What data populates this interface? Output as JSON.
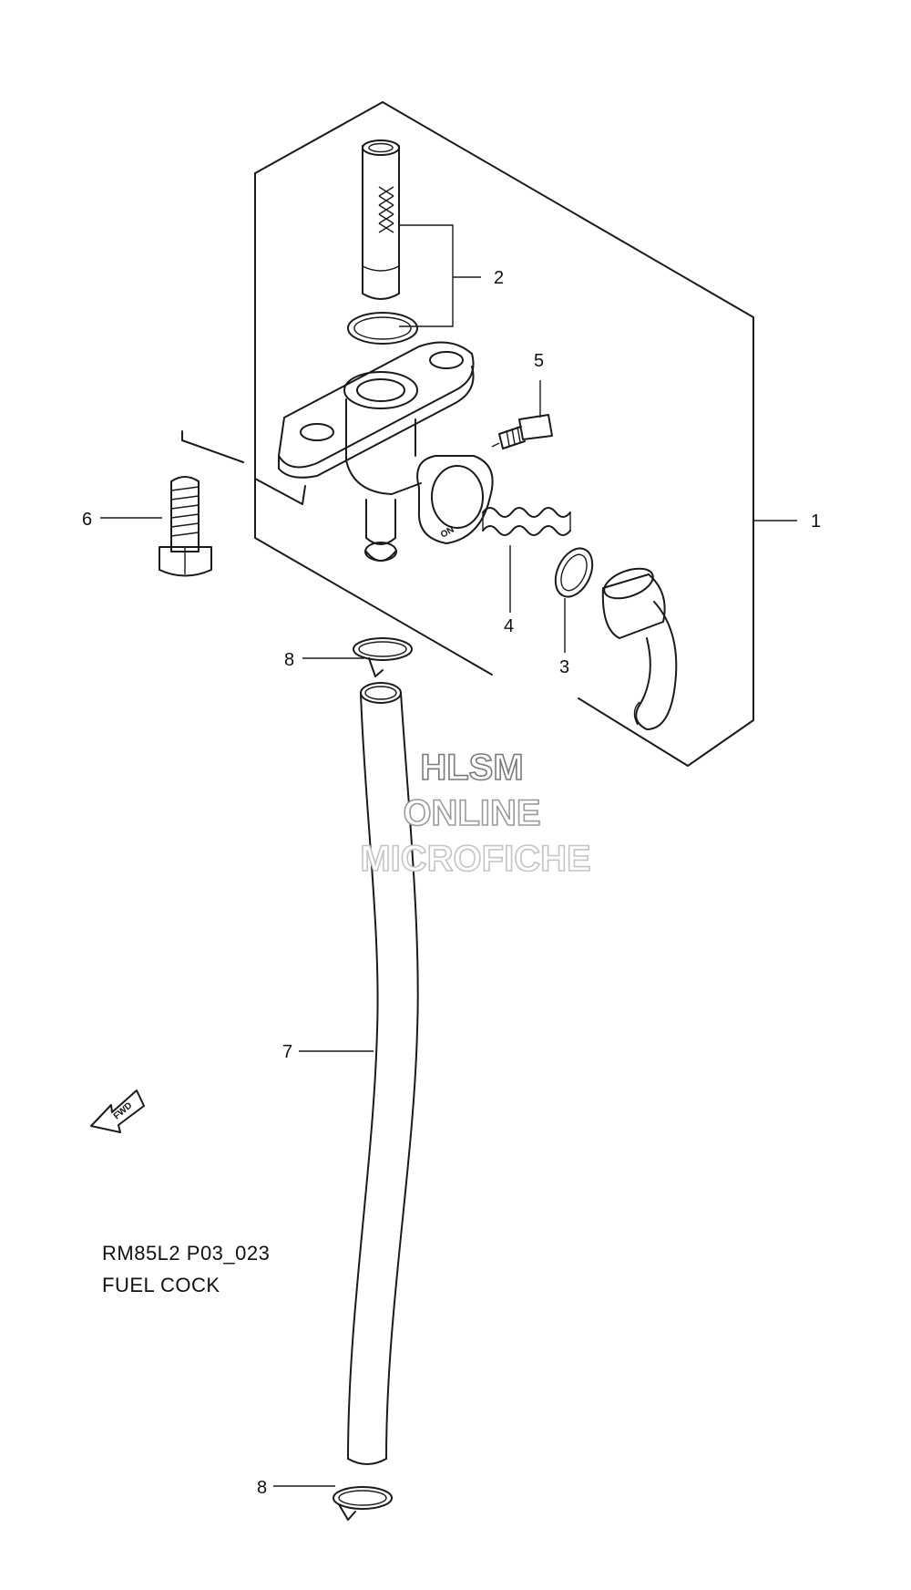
{
  "diagram": {
    "code": "RM85L2 P03_023",
    "name": "FUEL COCK",
    "watermark": [
      "HLSM",
      "ONLINE",
      "MICROFICHE"
    ],
    "fwd_label": "FWD",
    "callouts": [
      {
        "id": "1",
        "label": "1"
      },
      {
        "id": "2",
        "label": "2"
      },
      {
        "id": "3",
        "label": "3"
      },
      {
        "id": "4",
        "label": "4"
      },
      {
        "id": "5",
        "label": "5"
      },
      {
        "id": "6",
        "label": "6"
      },
      {
        "id": "7",
        "label": "7"
      },
      {
        "id": "8a",
        "label": "8"
      },
      {
        "id": "8b",
        "label": "8"
      }
    ]
  }
}
